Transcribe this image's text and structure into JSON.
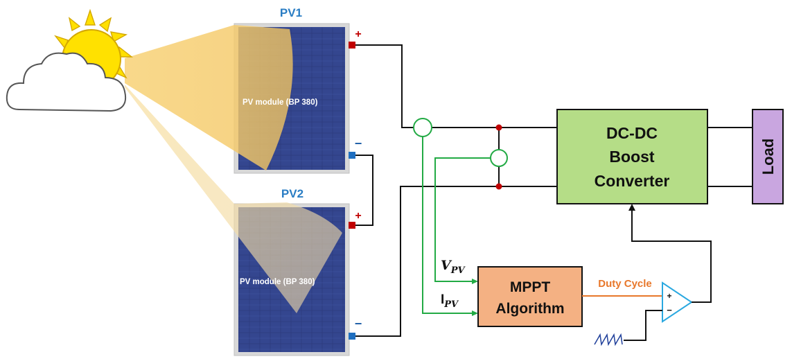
{
  "pv1": {
    "title": "PV1",
    "module_label": "PV module (BP 380)",
    "plus": "+",
    "minus": "−"
  },
  "pv2": {
    "title": "PV2",
    "module_label": "PV module (BP 380)",
    "plus": "+",
    "minus": "−"
  },
  "converter": {
    "line1": "DC-DC",
    "line2": "Boost",
    "line3": "Converter"
  },
  "load": {
    "label": "Load"
  },
  "mppt": {
    "line1": "MPPT",
    "line2": "Algorithm"
  },
  "signals": {
    "vpv_main": "V",
    "vpv_sub": "PV",
    "ipv_main": "I",
    "ipv_sub": "PV",
    "duty_cycle": "Duty Cycle"
  },
  "comparator": {
    "plus": "+",
    "minus": "−"
  },
  "colors": {
    "panel": "#2b3a7a",
    "converter": "#b5dd87",
    "load": "#c9a6e0",
    "mppt": "#f4b183",
    "sensor_wire": "#22aa44",
    "duty_wire": "#e8772a",
    "comparator": "#2aa8e0",
    "beam": "#f6c96a",
    "sun": "#ffe000"
  },
  "icons": [
    "sun-icon",
    "cloud-icon",
    "sawtooth-icon",
    "comparator-icon"
  ]
}
